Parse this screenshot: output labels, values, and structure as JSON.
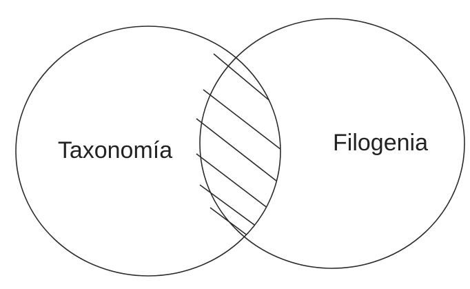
{
  "sets": [
    {
      "name": "Taxonomía"
    },
    {
      "name": "Filogenia"
    }
  ],
  "intersection": {
    "style": "hatched"
  },
  "colors": {
    "background": "#ffffff",
    "stroke": "#2a2a2a",
    "text": "#222222"
  }
}
